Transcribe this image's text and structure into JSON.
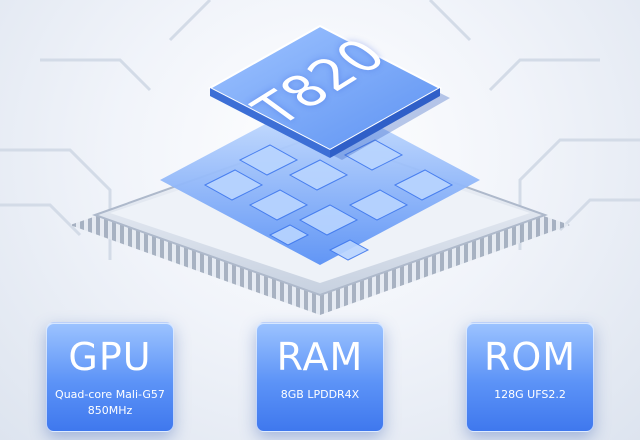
{
  "chip": {
    "label": "T820"
  },
  "specs": [
    {
      "title": "GPU",
      "lines": [
        "Quad-core Mali-G57",
        "850MHz"
      ]
    },
    {
      "title": "RAM",
      "lines": [
        "8GB LPDDR4X"
      ]
    },
    {
      "title": "ROM",
      "lines": [
        "128G UFS2.2"
      ]
    }
  ],
  "colors": {
    "accent": "#4a86f0",
    "card_top": "#9cc3ff",
    "card_bottom": "#3f78ee",
    "background": "#eef2f8"
  }
}
